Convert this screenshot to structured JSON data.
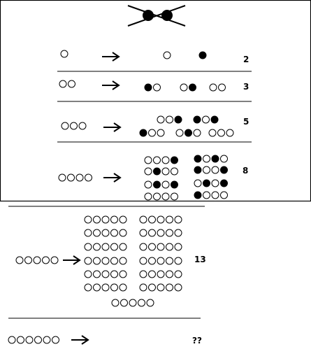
{
  "rows": [
    {
      "input_count": 1,
      "count_label": "2",
      "outcomes": [
        "o",
        "b"
      ]
    },
    {
      "input_count": 2,
      "count_label": "3",
      "outcomes": [
        "bo",
        "ob",
        "oo"
      ]
    },
    {
      "input_count": 3,
      "count_label": "5",
      "outcomes": [
        "oob",
        "bob",
        "boo",
        "obo",
        "ooo"
      ]
    },
    {
      "input_count": 4,
      "count_label": "8",
      "outcomes": [
        "ooob",
        "oboo",
        "obob",
        "oooo",
        "bobo",
        "boob",
        "obob",
        "booo"
      ]
    },
    {
      "input_count": 5,
      "count_label": "13",
      "outcomes": [
        "ooooo",
        "ooooo",
        "ooooo",
        "ooooo",
        "ooooo",
        "ooooo",
        "ooooo",
        "ooooo",
        "ooooo",
        "ooooo",
        "ooooo",
        "ooooo",
        "ooooo"
      ]
    },
    {
      "input_count": 6,
      "count_label": "??",
      "outcomes": []
    }
  ],
  "legend": {
    "empty_circle": "white",
    "filled_circle": "black"
  },
  "colors": {
    "line": "#000000",
    "filled": "#000000",
    "empty": "#ffffff"
  }
}
